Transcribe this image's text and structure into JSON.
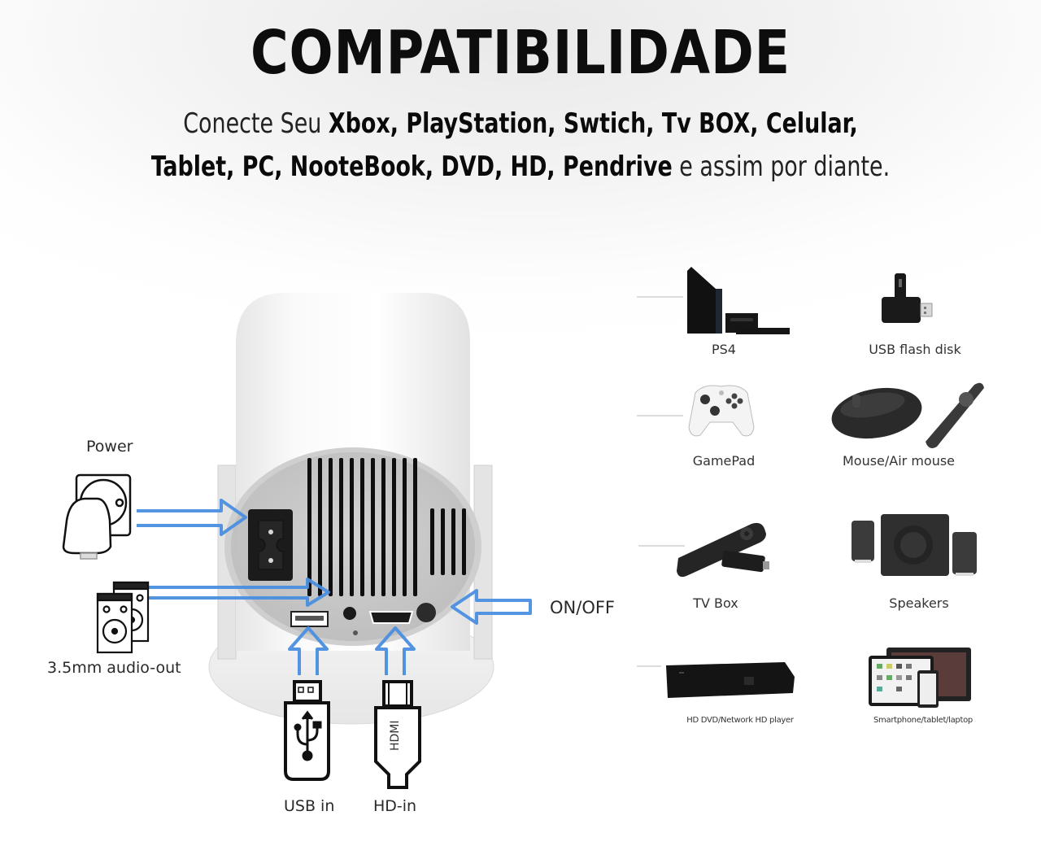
{
  "header": {
    "title": "COMPATIBILIDADE",
    "line1": {
      "prefix": "Conecte Seu ",
      "devices": "Xbox, PlayStation, Swtich, Tv BOX,  Celular,"
    },
    "line2": {
      "devices": "Tablet, PC, NooteBook, DVD, HD, Pendrive",
      "suffix": " e assim por diante."
    }
  },
  "projector_ports": {
    "power_label": "Power",
    "audio_label": "3.5mm audio-out",
    "onoff_label": "ON/OFF",
    "usb_label": "USB in",
    "hdmi_label": "HD-in",
    "hdmi_plug_text": "HDMI",
    "arrow_color": "#4a8fe0"
  },
  "devices": [
    {
      "label": "PS4",
      "icon": "game-console-icon"
    },
    {
      "label": "USB flash disk",
      "icon": "usb-flash-disk-icon"
    },
    {
      "label": "GamePad",
      "icon": "gamepad-icon"
    },
    {
      "label": "Mouse/Air mouse",
      "icon": "mouse-icon"
    },
    {
      "label": "TV Box",
      "icon": "tv-stick-icon"
    },
    {
      "label": "Speakers",
      "icon": "speakers-icon"
    },
    {
      "label": "HD DVD/Network HD player",
      "icon": "dvd-player-icon"
    },
    {
      "label": "Smartphone/tablet/laptop",
      "icon": "multi-device-icon"
    }
  ]
}
